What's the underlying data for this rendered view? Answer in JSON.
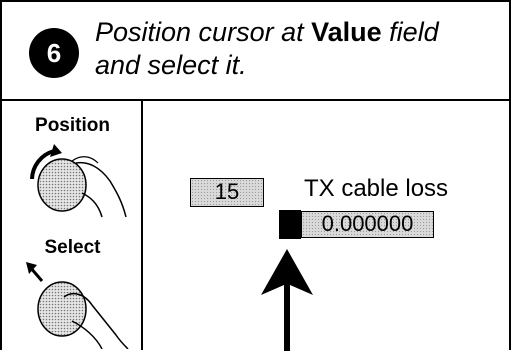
{
  "step": {
    "number": "6",
    "instruction_prefix": "Position cursor at",
    "instruction_keyword": "Value",
    "instruction_mid": "field",
    "instruction_line2": "and select it."
  },
  "side_panel": {
    "position_label": "Position",
    "select_label": "Select",
    "position_icon": "rotary-knob-turn-icon",
    "select_icon": "rotary-knob-press-icon"
  },
  "display": {
    "number_field": "15",
    "field_label": "TX cable loss",
    "value_field": "0.000000",
    "pointer_icon": "up-arrow-icon"
  }
}
